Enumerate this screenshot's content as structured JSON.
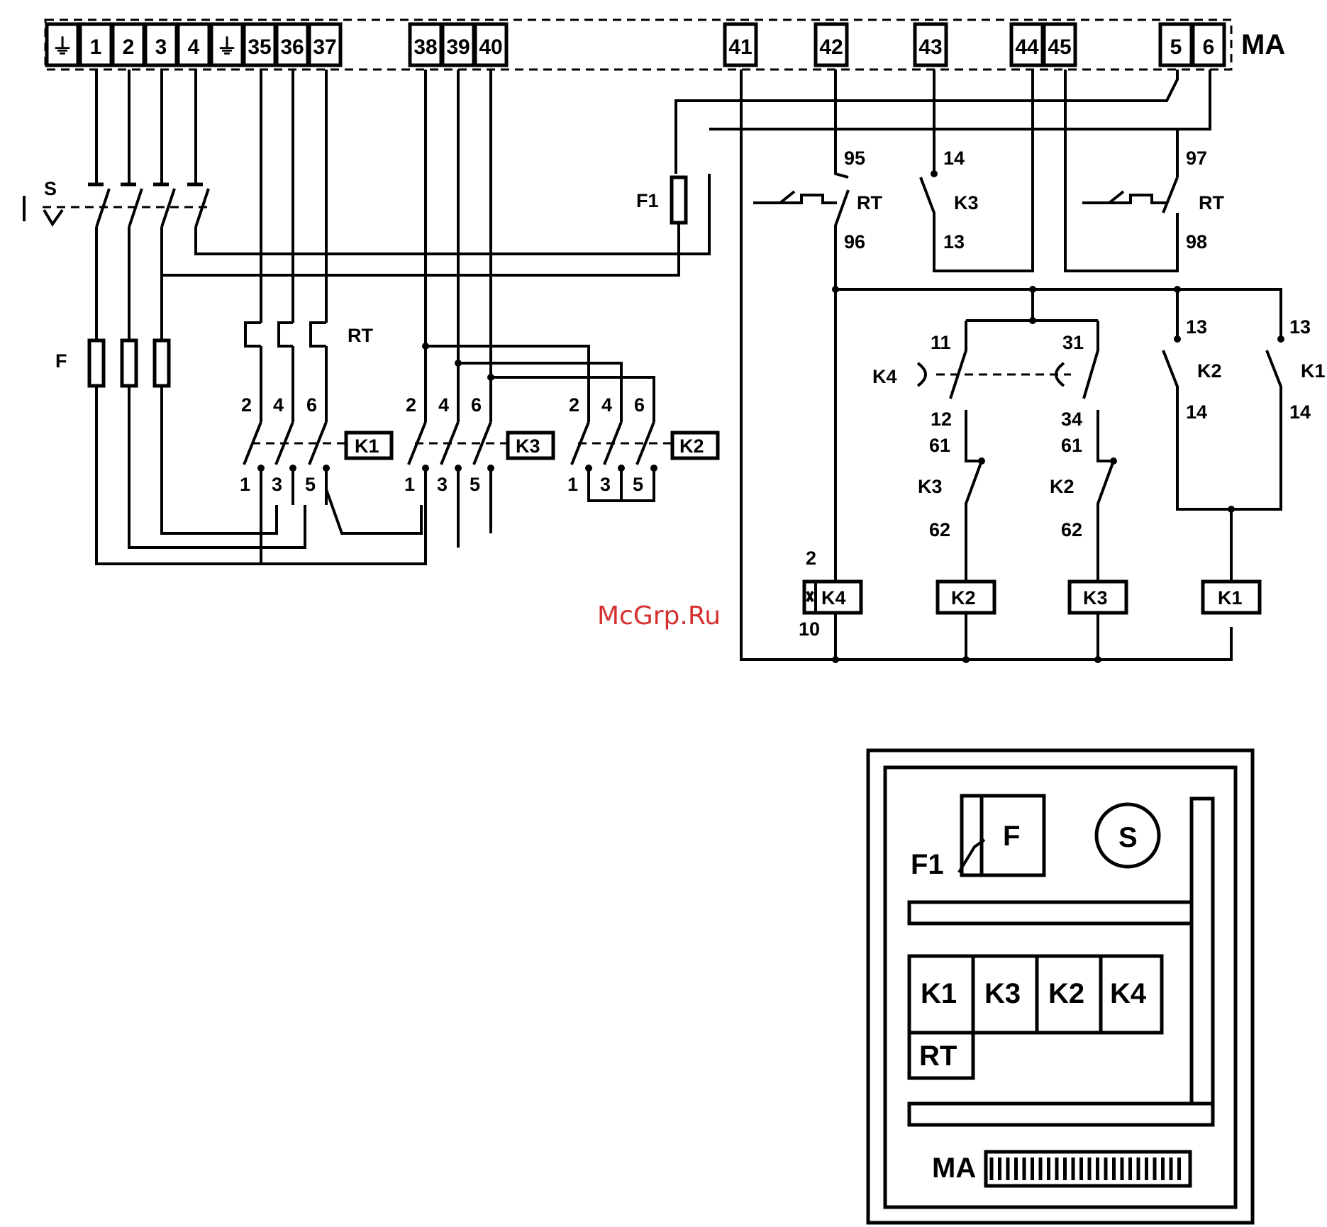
{
  "terminal_strip": {
    "name": "MA",
    "terminals": [
      "⏚",
      "1",
      "2",
      "3",
      "4",
      "⏚",
      "35",
      "36",
      "37",
      "38",
      "39",
      "40",
      "41",
      "42",
      "43",
      "44",
      "45",
      "5",
      "6"
    ]
  },
  "power": {
    "switch_label": "S",
    "fuse_label": "F",
    "fuse_f1_label": "F1",
    "overload_label": "RT",
    "contact_numbers_top": [
      "2",
      "4",
      "6"
    ],
    "contact_numbers_bottom": [
      "1",
      "3",
      "5"
    ],
    "contactors": [
      "K1",
      "K3",
      "K2"
    ]
  },
  "control": {
    "rt_nc_top": "95",
    "rt_nc_bottom": "96",
    "rt_label": "RT",
    "k3_hold_top": "14",
    "k3_hold_bottom": "13",
    "k3_label": "K3",
    "rt_no_top": "97",
    "rt_no_bottom": "98",
    "k4_label": "K4",
    "k4_c1_top": "11",
    "k4_c1_bottom": "12",
    "k4_c2_top": "31",
    "k4_c2_bottom": "34",
    "interlock_top": "61",
    "interlock_bottom": "62",
    "interlock_k3": "K3",
    "interlock_k2": "K2",
    "k2_aux_top": "13",
    "k2_aux_bottom": "14",
    "k2_aux_label": "K2",
    "k1_aux_top": "13",
    "k1_aux_bottom": "14",
    "k1_aux_label": "K1",
    "coil_k4_top": "2",
    "coil_k4_bottom": "10",
    "coils": [
      "K4",
      "K2",
      "K3",
      "K1"
    ]
  },
  "layout_panel": {
    "f1": "F1",
    "f": "F",
    "s": "S",
    "contactors": [
      "K1",
      "K3",
      "K2",
      "K4"
    ],
    "rt": "RT",
    "ma": "MA"
  },
  "watermark": "McGrp.Ru"
}
